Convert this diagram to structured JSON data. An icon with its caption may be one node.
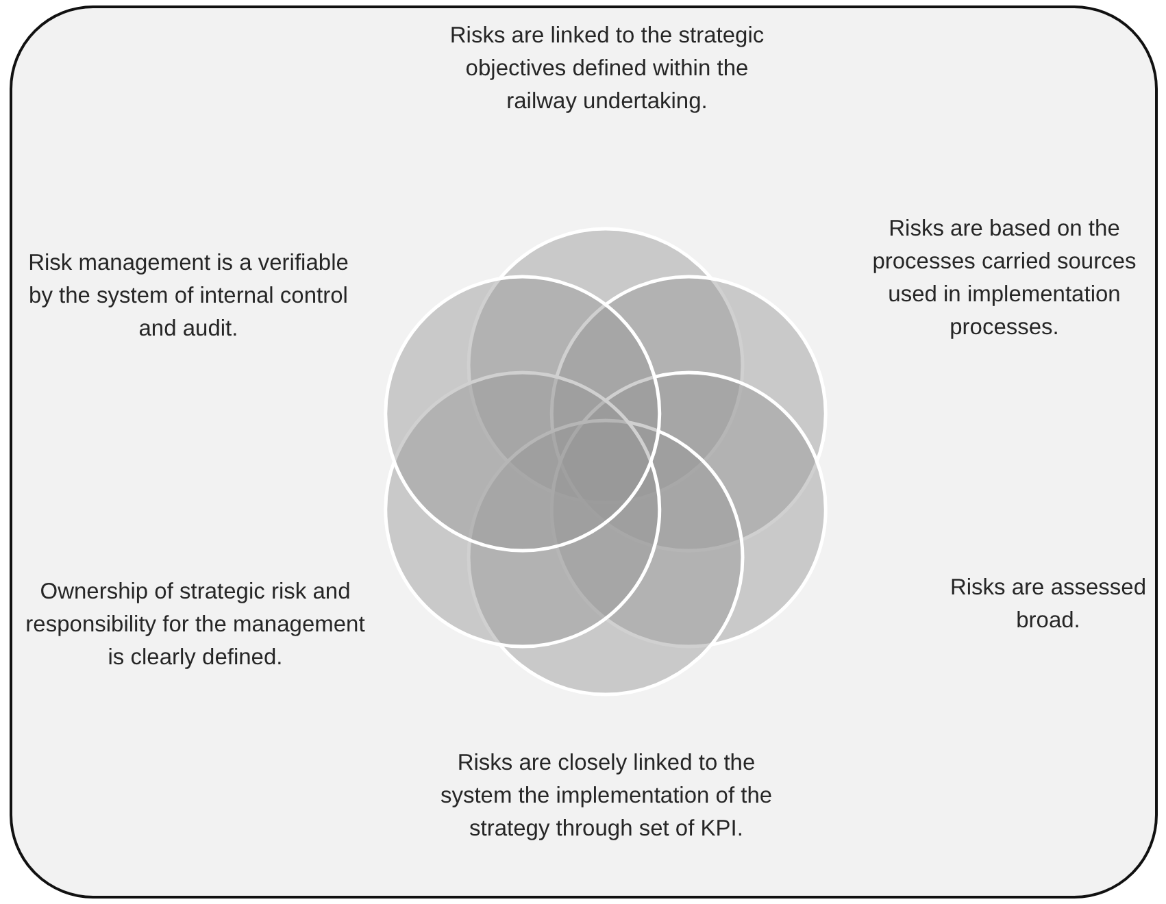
{
  "diagram": {
    "labels": [
      "Risks are linked to the strategic objectives defined within the railway undertaking.",
      "Risk management is a verifiable by the system of internal control and audit.",
      "Risks are based on the processes carried sources used in implementation processes.",
      "Ownership of strategic risk and responsibility for the management is clearly defined.",
      "Risks are assessed broad.",
      "Risks are closely linked to the system the implementation of the strategy through set of KPI."
    ]
  }
}
